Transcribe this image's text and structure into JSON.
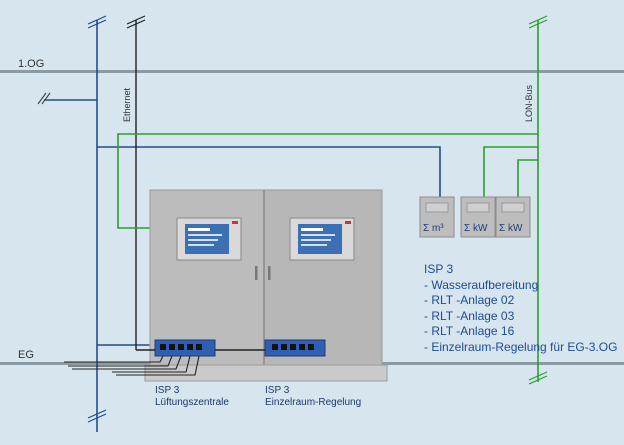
{
  "floors": {
    "upper": "1.OG",
    "ground": "EG"
  },
  "buses": {
    "ethernet": "Ethernet",
    "lon": "LON-Bus"
  },
  "meters": [
    {
      "label": "Σ m³"
    },
    {
      "label": "Σ kW"
    },
    {
      "label": "Σ kW"
    }
  ],
  "isp_summary": {
    "title": "ISP 3",
    "items": [
      "- Wasseraufbereitung",
      "- RLT -Anlage 02",
      "- RLT -Anlage 03",
      "- RLT -Anlage 16",
      "- Einzelraum-Regelung  für EG-3.OG"
    ]
  },
  "captions": {
    "left_title": "ISP 3",
    "left_sub": "Lüftungszentrale",
    "right_title": "ISP 3",
    "right_sub": "Einzelraum-Regelung"
  },
  "colors": {
    "blue_line": "#1f4e8c",
    "green_line": "#2aa02a",
    "black_line": "#222222",
    "cabinet": "#b9b9b9"
  }
}
